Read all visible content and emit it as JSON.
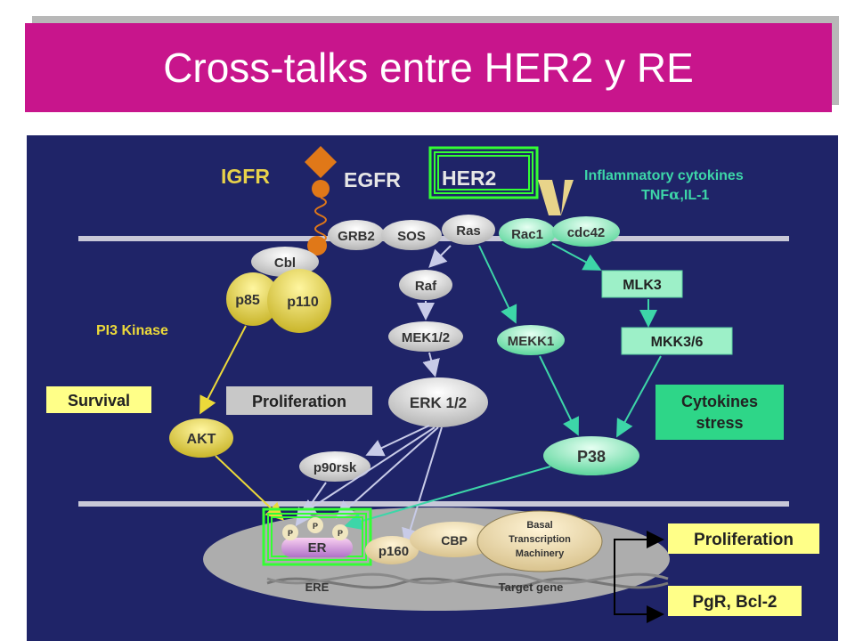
{
  "slide": {
    "title": "Cross-talks entre HER2 y RE"
  },
  "diagram": {
    "receptors": {
      "igfr": "IGFR",
      "egfr": "EGFR",
      "her2": "HER2",
      "cytokines_line1": "Inflammatory cytokines",
      "cytokines_line2_prefix": "TNF",
      "cytokines_line2_alpha": "α",
      "cytokines_line2_suffix": ",IL-1"
    },
    "membrane_nodes": {
      "grb2": "GRB2",
      "sos": "SOS",
      "ras": "Ras",
      "rac1": "Rac1",
      "cdc42": "cdc42"
    },
    "pi3k": {
      "cbl": "Cbl",
      "p85": "p85",
      "p110": "p110",
      "label": "PI3 Kinase"
    },
    "mapk": {
      "raf": "Raf",
      "mek": "MEK1/2",
      "erk": "ERK 1/2",
      "p90rsk": "p90rsk",
      "mekk1": "MEKK1",
      "mlk3": "MLK3",
      "mkk": "MKK3/6",
      "p38": "P38"
    },
    "labels": {
      "survival": "Survival",
      "proliferation_mid": "Proliferation",
      "akt": "AKT",
      "cytokines_stress_1": "Cytokines",
      "cytokines_stress_2": "stress"
    },
    "nucleus": {
      "p": "P",
      "er": "ER",
      "p160": "p160",
      "cbp": "CBP",
      "basal_1": "Basal",
      "basal_2": "Transcription",
      "basal_3": "Machinery",
      "ere": "ERE",
      "target_gene": "Target gene"
    },
    "outputs": {
      "proliferation": "Proliferation",
      "pgr": "PgR, Bcl-2"
    },
    "colors": {
      "background": "#1f2468",
      "title_bar": "#c8158c",
      "pi3k_yellow": "#e4d24a",
      "p38_green": "#7de8b8",
      "label_box_yellow": "#ffff88",
      "highlight_green": "#33ff33"
    }
  }
}
